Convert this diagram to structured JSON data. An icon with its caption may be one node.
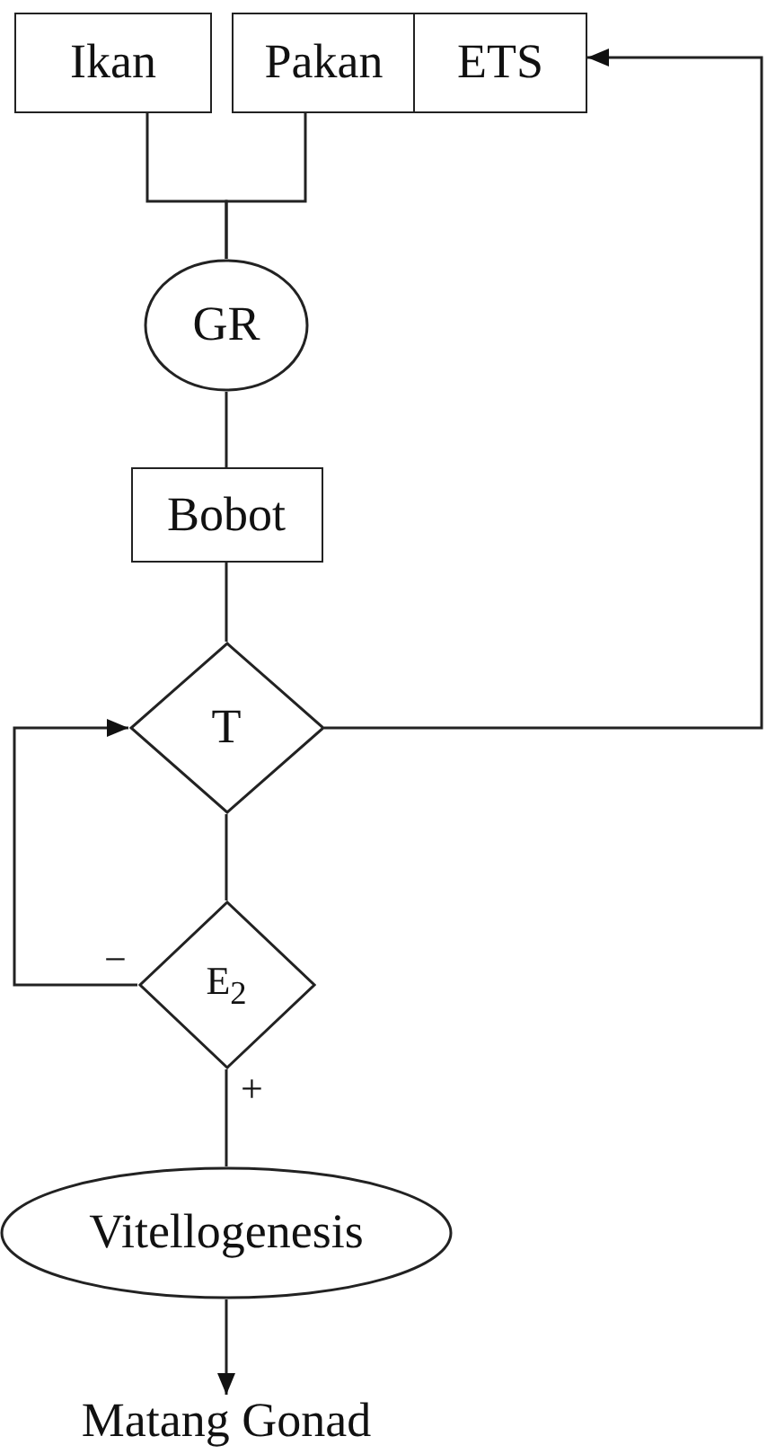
{
  "diagram": {
    "nodes": [
      {
        "text": [
          "Ikan"
        ]
      },
      {
        "text": [
          "Pakan"
        ]
      },
      {
        "text": [
          "ETS"
        ]
      },
      {
        "text": [
          "GR"
        ]
      },
      {
        "text": [
          "Bobot"
        ]
      },
      {
        "text": [
          "T"
        ]
      },
      {
        "text": [
          "E$_{2}$"
        ]
      },
      {
        "text": [
          "Vitellogenesis"
        ]
      },
      {
        "text": [
          "Matang Gonad"
        ]
      }
    ],
    "edges": [
      {
        "from": 0,
        "to": 3,
        "arrow": "none"
      },
      {
        "from": 1,
        "to": 3,
        "arrow": "none"
      },
      {
        "from": 3,
        "to": 4,
        "arrow": "none"
      },
      {
        "from": 4,
        "to": 5,
        "arrow": "none"
      },
      {
        "from": 5,
        "to": 2,
        "arrow": "to"
      },
      {
        "from": 5,
        "to": 6,
        "arrow": "none"
      },
      {
        "from": 6,
        "to": 5,
        "arrow": "to",
        "label": "−"
      },
      {
        "from": 6,
        "to": 7,
        "arrow": "none",
        "label": "+"
      },
      {
        "from": 7,
        "to": 8,
        "arrow": "to"
      }
    ]
  }
}
